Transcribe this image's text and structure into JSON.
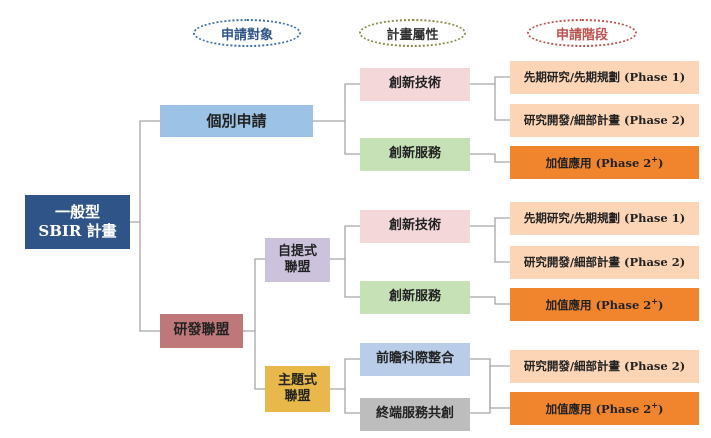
{
  "headers": {
    "applicant": "申請對象",
    "attribute": "計畫屬性",
    "phase": "申請階段"
  },
  "root": {
    "line1": "一般型",
    "line2": "SBIR 計畫"
  },
  "individual": {
    "label": "個別申請"
  },
  "alliance": {
    "label": "研發聯盟"
  },
  "self_alliance": {
    "line1": "自提式",
    "line2": "聯盟"
  },
  "theme_alliance": {
    "line1": "主題式",
    "line2": "聯盟"
  },
  "attributes": {
    "innovative_tech": "創新技術",
    "innovative_service": "創新服務",
    "forward_integration": "前瞻科際整合",
    "terminal_service": "終端服務共創"
  },
  "phases": {
    "phase1": "先期研究/先期規劃 (Phase 1)",
    "phase2": "研究開發/細部計畫 (Phase 2)",
    "phase2plus_base": "加值應用 (Phase 2",
    "phase2plus_sup": "+",
    "phase2plus_close": ")"
  },
  "colors": {
    "root": "#2e5488",
    "individual": "#9cc3e6",
    "alliance": "#c0777a",
    "self_alliance": "#ccc2dc",
    "theme_alliance": "#e8b94a",
    "innovative_tech": "#f4d7d8",
    "innovative_service": "#c7e1b6",
    "forward_integration": "#b9cde9",
    "terminal_service": "#bdbdbd",
    "phase_light": "#fbd5b5",
    "phase_orange": "#f0852d",
    "connector": "#a6a6a6"
  }
}
